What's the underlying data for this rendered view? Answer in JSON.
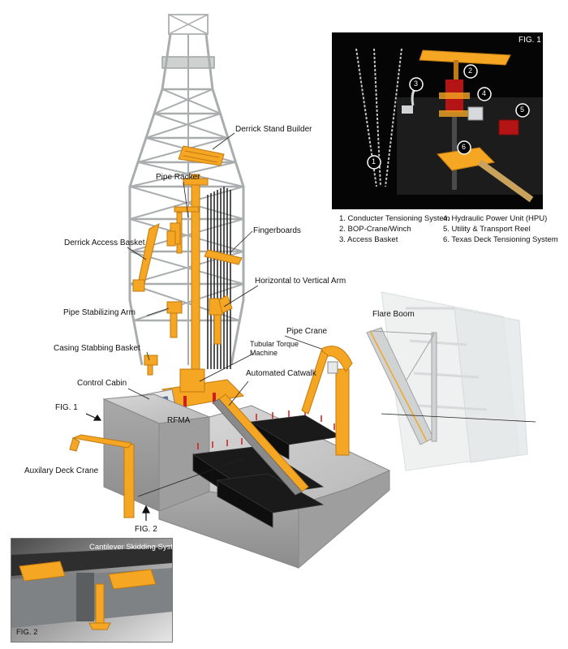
{
  "labels": {
    "derrick_stand_builder": "Derrick Stand Builder",
    "pipe_racker": "Pipe Racker",
    "fingerboards": "Fingerboards",
    "derrick_access_basket": "Derrick Access Basket",
    "horizontal_vertical_arm": "Horizontal to Vertical Arm",
    "pipe_stabilizing_arm": "Pipe Stabilizing Arm",
    "flare_boom": "Flare Boom",
    "pipe_crane": "Pipe Crane",
    "casing_stabbing_basket": "Casing Stabbing Basket",
    "tubular_torque_machine_1": "Tubular Torque",
    "tubular_torque_machine_2": "Machine",
    "automated_catwalk": "Automated Catwalk",
    "control_cabin": "Control Cabin",
    "rfma": "RFMA",
    "fig1_pointer": "FIG. 1",
    "auxiliary_deck_crane": "Auxilary Deck Crane",
    "fig2_pointer": "FIG. 2"
  },
  "fig1": {
    "title": "FIG. 1",
    "markers": [
      "1",
      "2",
      "3",
      "4",
      "5",
      "6"
    ],
    "legend_left": [
      "1. Conducter Tensioning System",
      "2. BOP-Crane/Winch",
      "3. Access Basket"
    ],
    "legend_right": [
      "4. Hydraulic Power Unit (HPU)",
      "5. Utility & Transport Reel",
      "6. Texas Deck Tensioning System"
    ]
  },
  "fig2": {
    "title": "Cantilever Skidding System",
    "caption": "FIG. 2"
  },
  "colors": {
    "orange": "#f5a623",
    "steel": "#b9bcbd",
    "deck": "#c4c4c4",
    "pipe_black": "#1a1a1a",
    "red_accent": "#cc1f1f"
  }
}
